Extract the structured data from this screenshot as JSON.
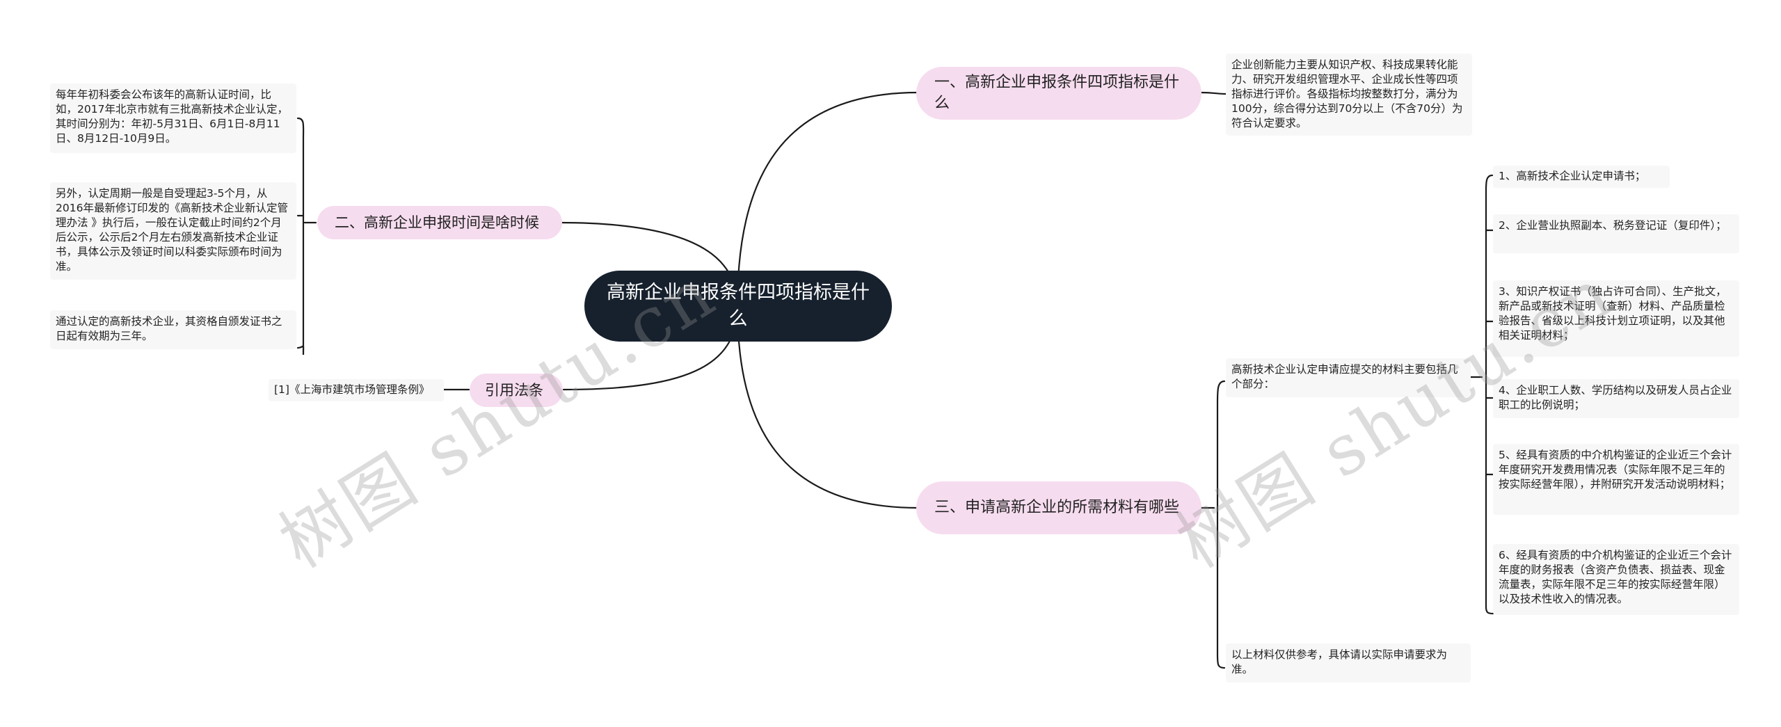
{
  "root": {
    "title": "高新企业申报条件四项指标是什么"
  },
  "branches": {
    "b1": {
      "label": "一、高新企业申报条件四项指标是什么",
      "leaf": "企业创新能力主要从知识产权、科技成果转化能力、研究开发组织管理水平、企业成长性等四项指标进行评价。各级指标均按整数打分，满分为100分，综合得分达到70分以上（不含70分）为符合认定要求。"
    },
    "b2": {
      "label": "二、高新企业申报时间是啥时候",
      "leaves": [
        "每年年初科委会公布该年的高新认证时间，比如，2017年北京市就有三批高新技术企业认定，其时间分别为：年初-5月31日、6月1日-8月11日、8月12日-10月9日。",
        "另外，认定周期一般是自受理起3-5个月，从2016年最新修订印发的《高新技术企业新认定管理办法 》执行后，一般在认定截止时间约2个月后公示，公示后2个月左右颁发高新技术企业证书，具体公示及领证时间以科委实际颁布时间为准。",
        "通过认定的高新技术企业，其资格自颁发证书之日起有效期为三年。"
      ]
    },
    "b3": {
      "label": "三、申请高新企业的所需材料有哪些",
      "intro": "高新技术企业认定申请应提交的材料主要包括几个部分：",
      "items": [
        "1、高新技术企业认定申请书；",
        "2、企业营业执照副本、税务登记证（复印件）；",
        "3、知识产权证书（独占许可合同）、生产批文，新产品或新技术证明（查新）材料、产品质量检验报告、省级以上科技计划立项证明，以及其他相关证明材料；",
        "4、企业职工人数、学历结构以及研发人员占企业职工的比例说明；",
        "5、经具有资质的中介机构鉴证的企业近三个会计年度研究开发费用情况表（实际年限不足三年的按实际经营年限），并附研究开发活动说明材料；",
        "6、经具有资质的中介机构鉴证的企业近三个会计年度的财务报表（含资产负债表、损益表、现金流量表，实际年限不足三年的按实际经营年限）以及技术性收入的情况表。"
      ],
      "note": "以上材料仅供参考，具体请以实际申请要求为准。"
    },
    "b4": {
      "label": "引用法条",
      "leaf": "[1]《上海市建筑市场管理条例》"
    }
  },
  "watermarks": [
    "树图 shutu.cn",
    "树图 shutu.cn"
  ],
  "colors": {
    "root_bg": "#17212e",
    "branch_bg": "#f6dcef",
    "leaf_bg": "#f7f7f7",
    "line": "#1a1a1a"
  }
}
